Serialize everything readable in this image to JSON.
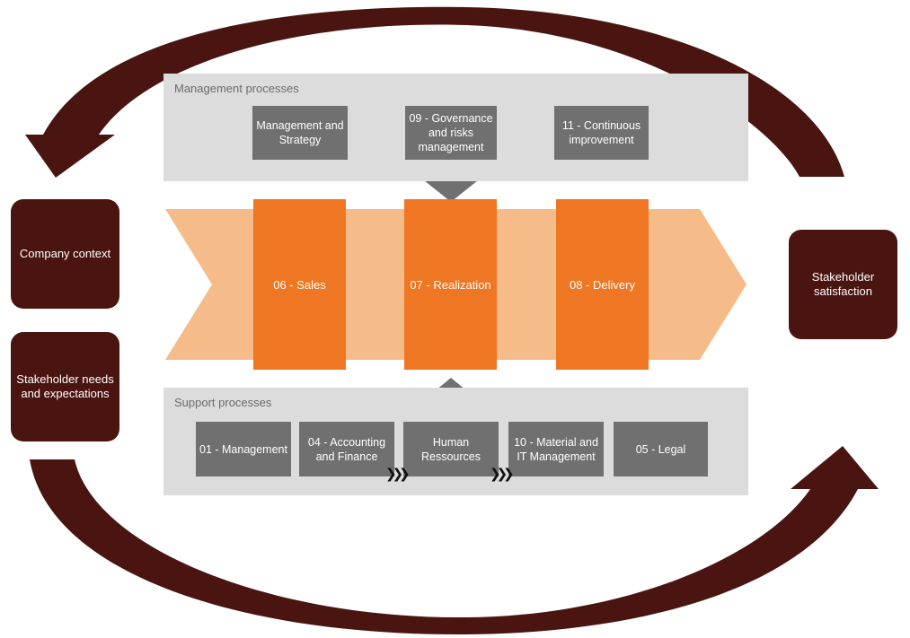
{
  "management": {
    "title": "Management processes",
    "boxes": [
      {
        "label": "Management and Strategy"
      },
      {
        "label": "09 - Governance and risks management"
      },
      {
        "label": "11 - Continuous improvement"
      }
    ]
  },
  "core": {
    "boxes": [
      {
        "label": "06 - Sales"
      },
      {
        "label": "07 - Realization"
      },
      {
        "label": "08 - Delivery"
      }
    ]
  },
  "support": {
    "title": "Support processes",
    "boxes": [
      {
        "label": "01 - Management"
      },
      {
        "label": "04 - Accounting and Finance"
      },
      {
        "label": "Human Ressources"
      },
      {
        "label": "10 - Material and IT Management"
      },
      {
        "label": "05 - Legal"
      }
    ]
  },
  "left": {
    "context": "Company context",
    "needs": "Stakeholder needs and expectations"
  },
  "right": {
    "satisfaction": "Stakeholder satisfaction"
  },
  "colors": {
    "dark_brown": "#4a1510",
    "orange": "#ef7622",
    "light_orange": "#f5bb88",
    "gray_box": "#707070",
    "gray_band": "#dcdcdc"
  }
}
